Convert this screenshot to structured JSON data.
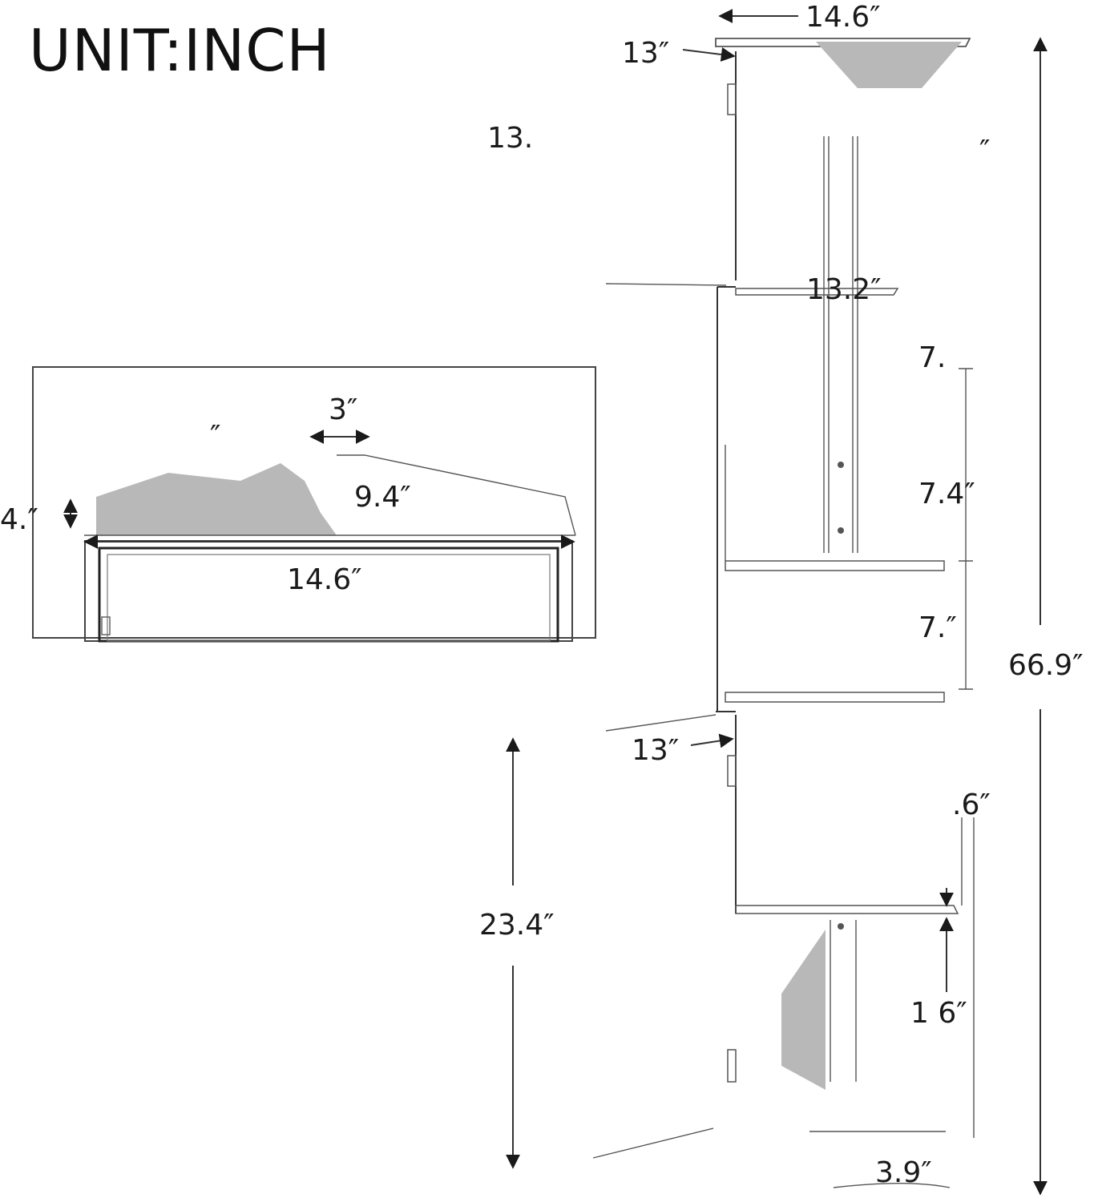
{
  "unit_label": "UNIT:INCH",
  "detail": {
    "top_width": "3″",
    "diagonal": "9.4″",
    "thickness": "4.″",
    "front_width": "14.6″",
    "fragment": "″"
  },
  "cabinet": {
    "top_width": "14.6″",
    "upper_door_depth": "13″",
    "side_label": "13.",
    "upper_right": "″",
    "middle_width": "13.2″",
    "shelf_gap_1": "7.",
    "shelf_gap_2": "7.4″",
    "shelf_gap_3": "7.″",
    "total_height": "66.9″",
    "lower_door_depth": "13″",
    "lower_shelf_gap": ".6″",
    "lower_height": "23.4″",
    "bottom_gap": "1  6″",
    "base_height": "3.9″"
  }
}
